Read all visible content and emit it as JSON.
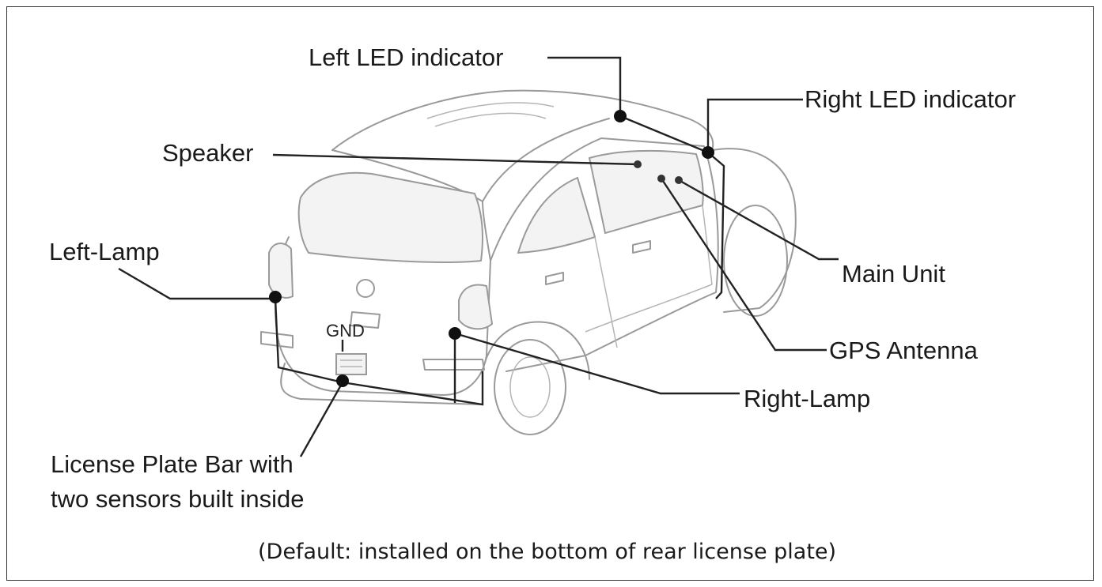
{
  "labels": {
    "left_led": "Left LED indicator",
    "right_led": "Right LED indicator",
    "speaker": "Speaker",
    "left_lamp": "Left-Lamp",
    "main_unit": "Main Unit",
    "gps_antenna": "GPS Antenna",
    "gnd": "GND",
    "right_lamp": "Right-Lamp",
    "license_line1": "License Plate Bar with",
    "license_line2": "two sensors built inside"
  },
  "caption": "(Default: installed on the bottom of rear license plate)",
  "colors": {
    "leader": "#222222",
    "car_outline": "#9a9a9a",
    "border": "#333333"
  }
}
